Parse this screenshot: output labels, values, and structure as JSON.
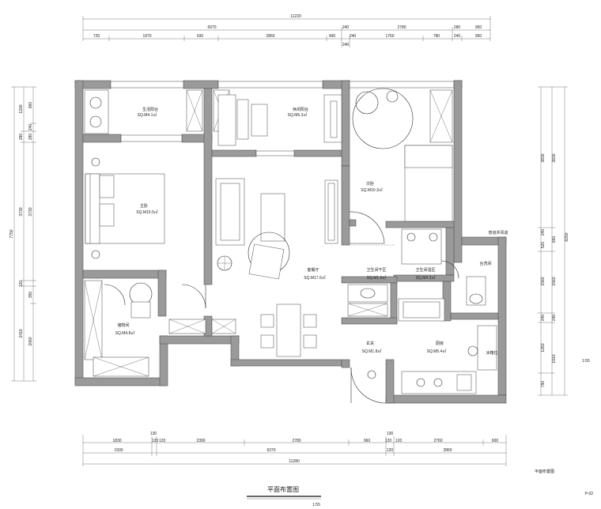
{
  "title": "平面布置图",
  "scale": "1:55",
  "side_scale": "1:55",
  "side_caption": "平面布置图",
  "sheet_no": "P-02",
  "dims": {
    "top_total": "11220",
    "top_mid": [
      "6970",
      "2780",
      "950"
    ],
    "top_row": [
      "720",
      "1970",
      "930",
      "2860",
      "490",
      "240",
      "1760",
      "780",
      "240",
      "950"
    ],
    "top_240a": "240",
    "top_240b": "240",
    "top_280": "280",
    "bottom_row": [
      "1830",
      "120",
      "120",
      "2390",
      "2780",
      "960",
      "120",
      "120",
      "2760",
      "600"
    ],
    "bottom_130": "130",
    "bottom_mid": [
      "1930",
      "6370",
      "120",
      "2860"
    ],
    "bottom_total": "11280",
    "left_outer": "7750",
    "left_mid": [
      "1200",
      "280",
      "3730",
      "120",
      "2410"
    ],
    "left_inner": [
      "960",
      "240",
      "280",
      "3730",
      "350",
      "2060"
    ],
    "right_inner": [
      "3830",
      "520",
      "240",
      "1560",
      "240",
      "1260",
      "790"
    ],
    "right_mid": [
      "3830",
      "650",
      "1560",
      "240",
      "1910"
    ],
    "right_outer": "8250"
  },
  "rooms": {
    "balcony_n": {
      "name": "生活阳台",
      "area": "SQ.M4.1㎡"
    },
    "study": {
      "name": "休闲阳台",
      "area": "SQ.M6.3㎡"
    },
    "master_bed": {
      "name": "主卧",
      "area": "SQ.M10.5㎡"
    },
    "second_bed": {
      "name": "次卧",
      "area": "SQ.M10.3㎡"
    },
    "living": {
      "name": "客餐厅",
      "area": "SQ.M17.6㎡"
    },
    "wash": {
      "name": "卫生间干区",
      "area": "SQ.M1.9㎡"
    },
    "bath": {
      "name": "卫生间湿区",
      "area": "SQ.M4.3㎡"
    },
    "wc": {
      "name": "台洗间",
      "area": ""
    },
    "storage": {
      "name": "储物间",
      "area": "SQ.M4.8㎡"
    },
    "entry": {
      "name": "玄关",
      "area": "SQ.M1.8㎡"
    },
    "kitchen": {
      "name": "厨房",
      "area": "SQ.M5.4㎡"
    },
    "fridge": {
      "name": "冰箱位",
      "area": ""
    },
    "shaft": {
      "name": "管道井风道",
      "area": ""
    }
  }
}
